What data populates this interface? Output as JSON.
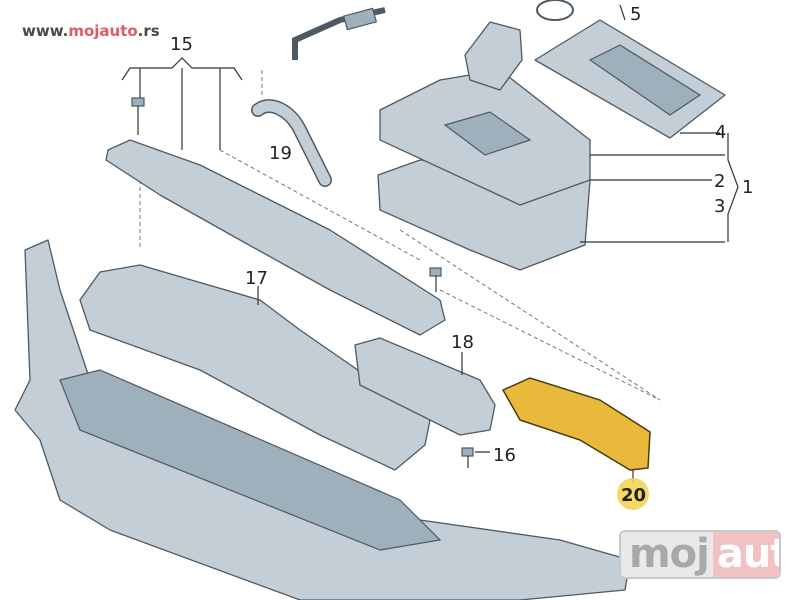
{
  "watermark": {
    "prefix": "www.",
    "brand": "mojauto",
    "suffix": ".rs"
  },
  "logo": {
    "part1": "moj",
    "part2": "auto"
  },
  "callouts": {
    "c1": "1",
    "c2": "2",
    "c3": "3",
    "c4": "4",
    "c5": "5",
    "c15": "15",
    "c16": "16",
    "c17": "17",
    "c18": "18",
    "c19": "19",
    "c20": "20"
  },
  "colors": {
    "part": "#c3ced7",
    "highlight": "#e8b93a",
    "callout_badge": "#f1d34a",
    "brand": "#e05a66"
  }
}
